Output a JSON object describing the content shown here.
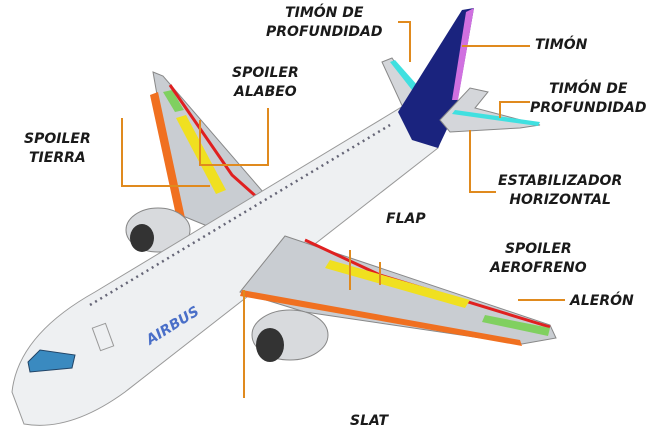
{
  "labels": {
    "elevator_left": [
      "TIMÓN DE",
      "PROFUNDIDAD"
    ],
    "rudder": "TIMÓN",
    "elevator_right": [
      "TIMÓN DE",
      "PROFUNDIDAD"
    ],
    "roll_spoiler": [
      "SPOILER",
      "ALABEO"
    ],
    "ground_spoiler": [
      "SPOILER",
      "TIERRA"
    ],
    "horizontal_stabilizer": [
      "ESTABILIZADOR",
      "HORIZONTAL"
    ],
    "flap": "FLAP",
    "speedbrake_spoiler": [
      "SPOILER",
      "AEROFRENO"
    ],
    "aileron": "ALERÓN",
    "slat": "SLAT"
  },
  "fuselage_logo": "AIRBUS",
  "colors": {
    "leader_line": "#e08a1e",
    "tail_blue": "#1a237e",
    "rudder": "#d070e0",
    "elevator": "#40e0e0",
    "spoiler": "#f0e020",
    "aileron": "#80d060",
    "slat": "#f07020",
    "flap_edge": "#e02020",
    "window": "#3a8ac0"
  }
}
